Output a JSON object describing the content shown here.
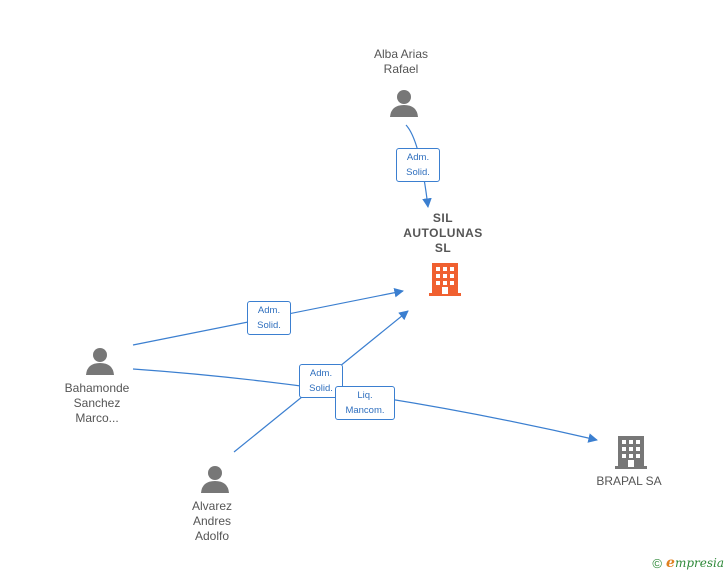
{
  "nodes": {
    "alba": {
      "lines": [
        "Alba Arias",
        "Rafael"
      ],
      "icon": "person-icon"
    },
    "sil": {
      "lines": [
        "SIL",
        "AUTOLUNAS",
        "SL"
      ],
      "icon": "building-icon",
      "color": "#f06030"
    },
    "bahamonde": {
      "lines": [
        "Bahamonde",
        "Sanchez",
        "Marco..."
      ],
      "icon": "person-icon"
    },
    "alvarez": {
      "lines": [
        "Alvarez",
        "Andres",
        "Adolfo"
      ],
      "icon": "person-icon"
    },
    "brapal": {
      "lines": [
        "BRAPAL SA"
      ],
      "icon": "building-icon",
      "color": "#777777"
    }
  },
  "edges": {
    "alba_sil": {
      "lines": [
        "Adm.",
        "Solid."
      ]
    },
    "bahamonde_sil": {
      "lines": [
        "Adm.",
        "Solid."
      ]
    },
    "alvarez_sil": {
      "lines": [
        "Adm.",
        "Solid."
      ]
    },
    "bahamonde_brapal": {
      "lines": [
        "Liq.",
        "Mancom."
      ]
    }
  },
  "colors": {
    "edge": "#3b7fd0",
    "person": "#777777",
    "main_company": "#f06030",
    "other_company": "#777777"
  },
  "footer": {
    "copyright": "©",
    "brand_first": "e",
    "brand_rest": "mpresia"
  }
}
